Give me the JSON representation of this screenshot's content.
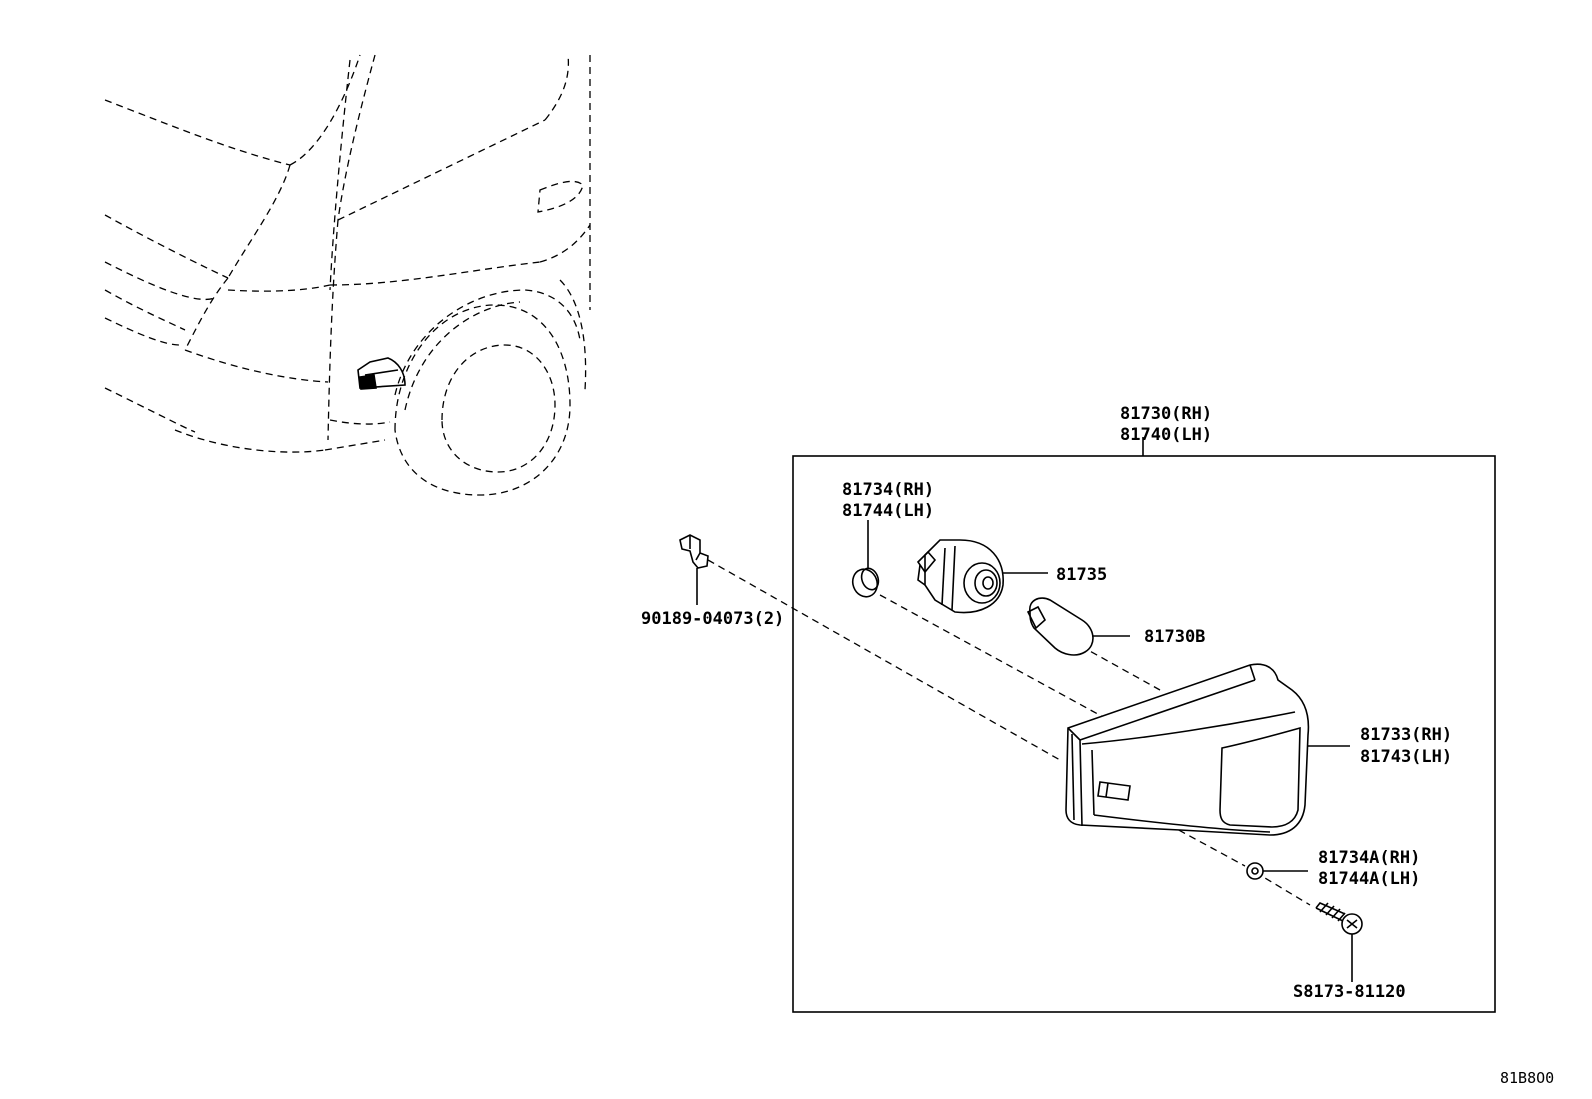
{
  "diagram_code": "81B8O0",
  "callouts": {
    "assy_rh": "81730(RH)",
    "assy_lh": "81740(LH)",
    "gasket_rh": "81734(RH)",
    "gasket_lh": "81744(LH)",
    "socket": "81735",
    "bulb": "81730B",
    "lens_rh": "81733(RH)",
    "lens_lh": "81743(LH)",
    "nut_rh": "81734A(RH)",
    "nut_lh": "81744A(LH)",
    "screw": "S8173-81120",
    "clip": "90189-04073(2)"
  }
}
